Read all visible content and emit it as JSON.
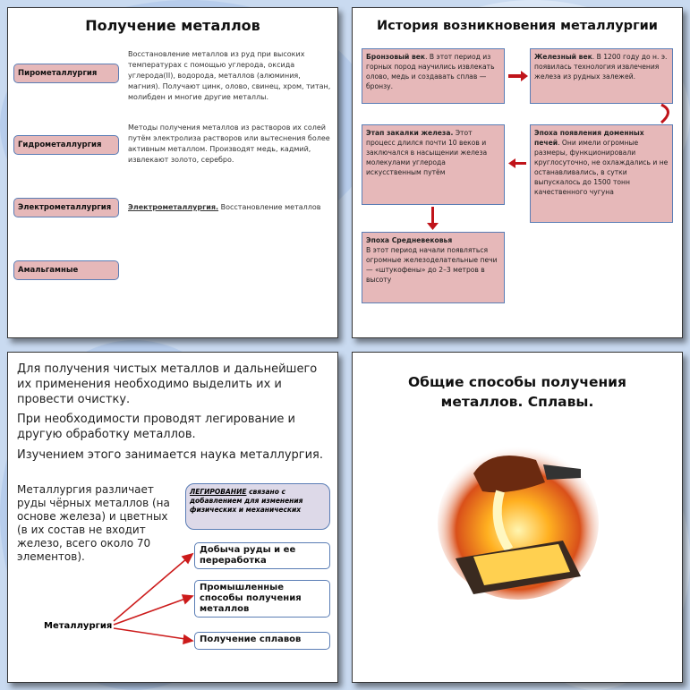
{
  "slide1": {
    "title": "Получение металлов",
    "methods": [
      {
        "label": "Пирометаллургия",
        "text": "Восстановление металлов из руд при высоких температурах с помощью углерода, оксида углерода(II), водорода, металлов (алюминия, магния). Получают цинк, олово, свинец, хром, титан, молибден и многие другие металлы."
      },
      {
        "label": "Гидрометаллургия",
        "text": "Методы получения металлов из растворов их солей путём электролиза растворов или вытеснения более активным металлом. Производят медь, кадмий, извлекают золото, серебро."
      },
      {
        "label": "Электрометаллургия",
        "text": ""
      },
      {
        "label": "Амальгамные",
        "text": ""
      }
    ],
    "electro_title": "Электрометаллургия.",
    "electro_text": " Восстановление металлов"
  },
  "slide2": {
    "title": "История возникновения металлургии",
    "boxes": [
      {
        "head": "Бронзовый век",
        "text": ". В этот период из горных пород научились извлекать олово, медь и создавать сплав — бронзу."
      },
      {
        "head": "Железный век",
        "text": ". В 1200 году до н. э. появилась технология извлечения железа из рудных залежей."
      },
      {
        "head": "Этап закалки железа.",
        "text": " Этот процесс длился почти 10 веков и заключался в насыщении железа молекулами углерода искусственным путём"
      },
      {
        "head": "Эпоха появления доменных печей",
        "text": ". Они имели огромные размеры, функционировали круглосуточно, не охлаждались и не останавливались, в сутки выпускалось до 1500 тонн качественного чугуна"
      },
      {
        "head": "Эпоха Средневековья",
        "text": " В этот период начали появляться огромные железоделательные печи — «штукофены» до 2–3 метров в высоту"
      }
    ]
  },
  "slide3": {
    "p1": "Для получения чистых металлов и дальнейшего их применения необходимо выделить их и провести очистку.",
    "p2": "При необходимости проводят легирование и другую обработку металлов.",
    "p3": "Изучением этого занимается наука металлургия.",
    "p4": "Металлургия различает руды чёрных металлов (на основе железа) и цветных (в их состав не входит железо, всего около 70 элементов).",
    "center": "Металлургия",
    "legir_head": "ЛЕГИРОВАНИЕ",
    "legir_text": "связано с добавлением для изменения физических и механических",
    "branches": [
      "Добыча руды и ее переработка",
      "Промышленные способы получения металлов",
      "Получение сплавов"
    ]
  },
  "slide4": {
    "title": "Общие способы получения металлов. Сплавы."
  }
}
